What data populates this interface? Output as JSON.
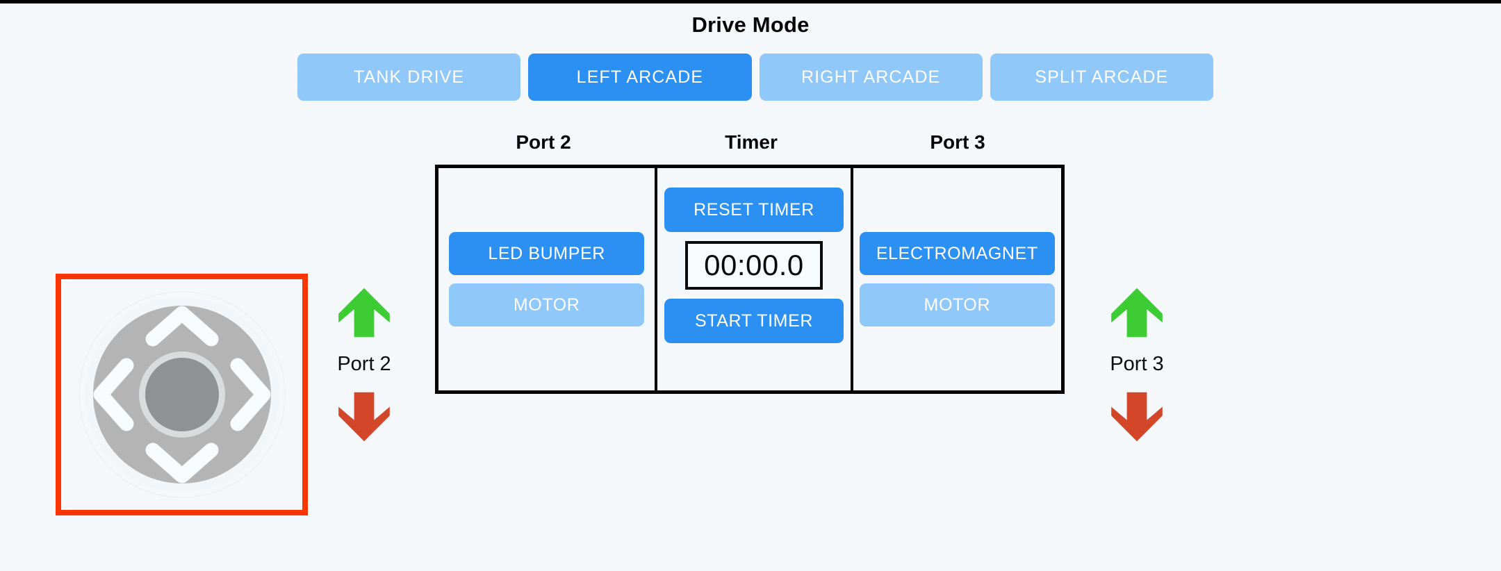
{
  "app": {
    "background_color": "#f4f8fa",
    "accent_active": "#2c90f2",
    "accent_inactive": "#90c9f9",
    "frame_highlight_color": "#fc3505",
    "arrow_up_color": "#3ecc35",
    "arrow_down_color": "#d4462a",
    "panel_border_color": "#000000"
  },
  "drive_mode": {
    "title": "Drive Mode",
    "selected": "LEFT ARCADE",
    "options": [
      {
        "label": "TANK DRIVE",
        "active": false
      },
      {
        "label": "LEFT ARCADE",
        "active": true
      },
      {
        "label": "RIGHT ARCADE",
        "active": false
      },
      {
        "label": "SPLIT ARCADE",
        "active": false
      }
    ]
  },
  "panels": {
    "labels": {
      "port2": "Port 2",
      "timer": "Timer",
      "port3": "Port 3"
    },
    "port2": {
      "primary_button": "LED BUMPER",
      "secondary_button": "MOTOR"
    },
    "timer": {
      "reset_button": "RESET TIMER",
      "display_value": "00:00.0",
      "start_button": "START TIMER"
    },
    "port3": {
      "primary_button": "ELECTROMAGNET",
      "secondary_button": "MOTOR"
    }
  },
  "dpad": {
    "label": "directional-pad",
    "directions": [
      "up",
      "left",
      "right",
      "down"
    ],
    "base_color": "#b4b4b4",
    "center_color": "#8e9293",
    "arrow_color": "#f7fbfc",
    "highlighted": true
  },
  "port_controls": {
    "left": {
      "name": "Port 2",
      "up_icon": "arrow-up-icon",
      "down_icon": "arrow-down-icon"
    },
    "right": {
      "name": "Port 3",
      "up_icon": "arrow-up-icon",
      "down_icon": "arrow-down-icon"
    }
  }
}
